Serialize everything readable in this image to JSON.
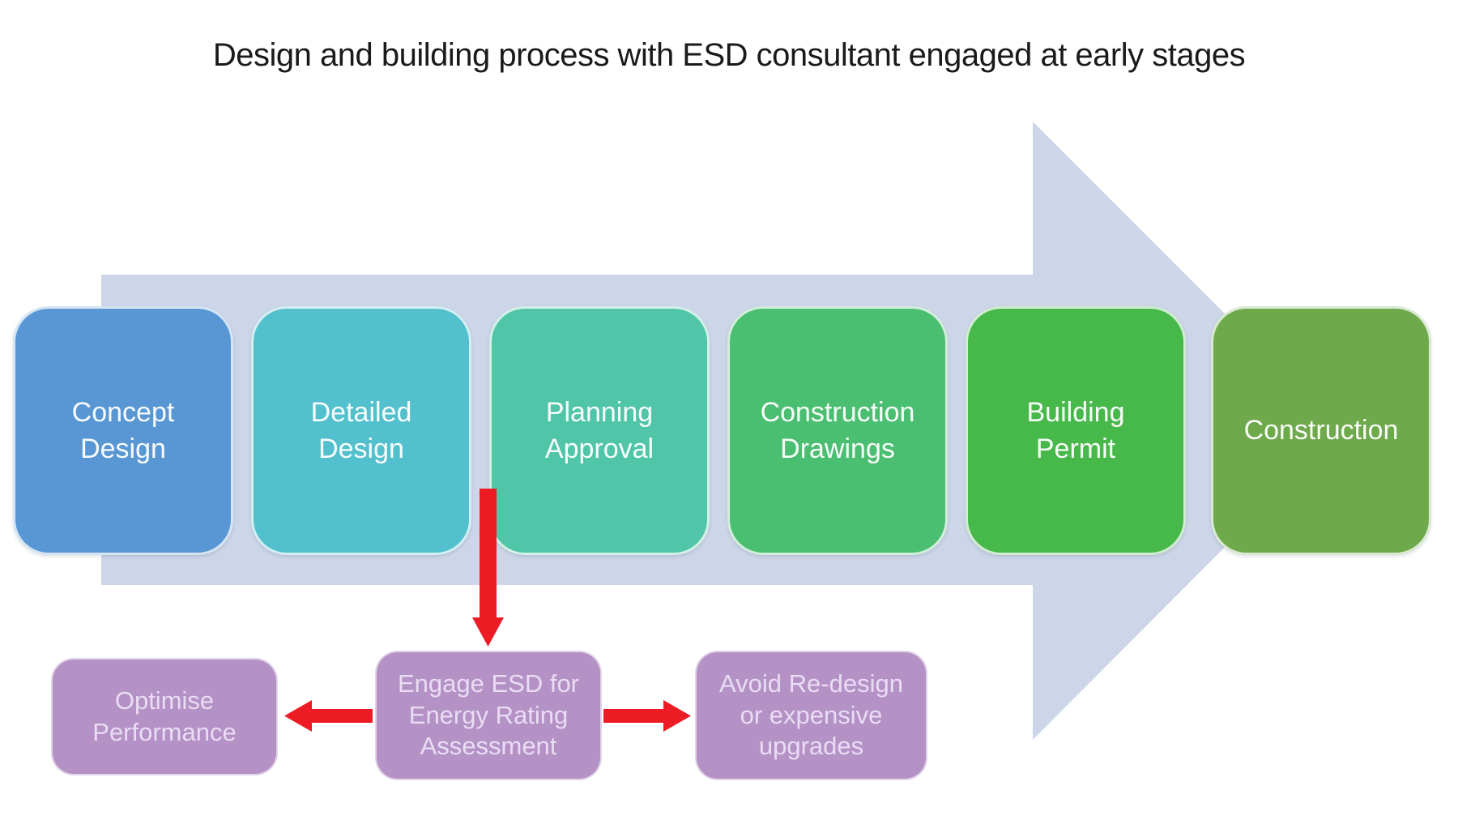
{
  "title": "Design and building process with ESD consultant engaged at early stages",
  "flow": {
    "arrow_color": "#ccd6e8",
    "stages": [
      {
        "label": "Concept\nDesign",
        "color": "#5897d3"
      },
      {
        "label": "Detailed\nDesign",
        "color": "#52c0cd"
      },
      {
        "label": "Planning\nApproval",
        "color": "#50c5a7"
      },
      {
        "label": "Construction\nDrawings",
        "color": "#4abe71"
      },
      {
        "label": "Building\nPermit",
        "color": "#47b84a"
      },
      {
        "label": "Construction",
        "color": "#6ea94b"
      }
    ]
  },
  "esd": {
    "arrow_color": "#ed1c24",
    "boxes": [
      {
        "label": "Optimise\nPerformance",
        "color": "#b492c6"
      },
      {
        "label": "Engage ESD for\nEnergy Rating\nAssessment",
        "color": "#b492c6"
      },
      {
        "label": "Avoid Re-design\nor expensive\nupgrades",
        "color": "#b492c6"
      }
    ]
  }
}
